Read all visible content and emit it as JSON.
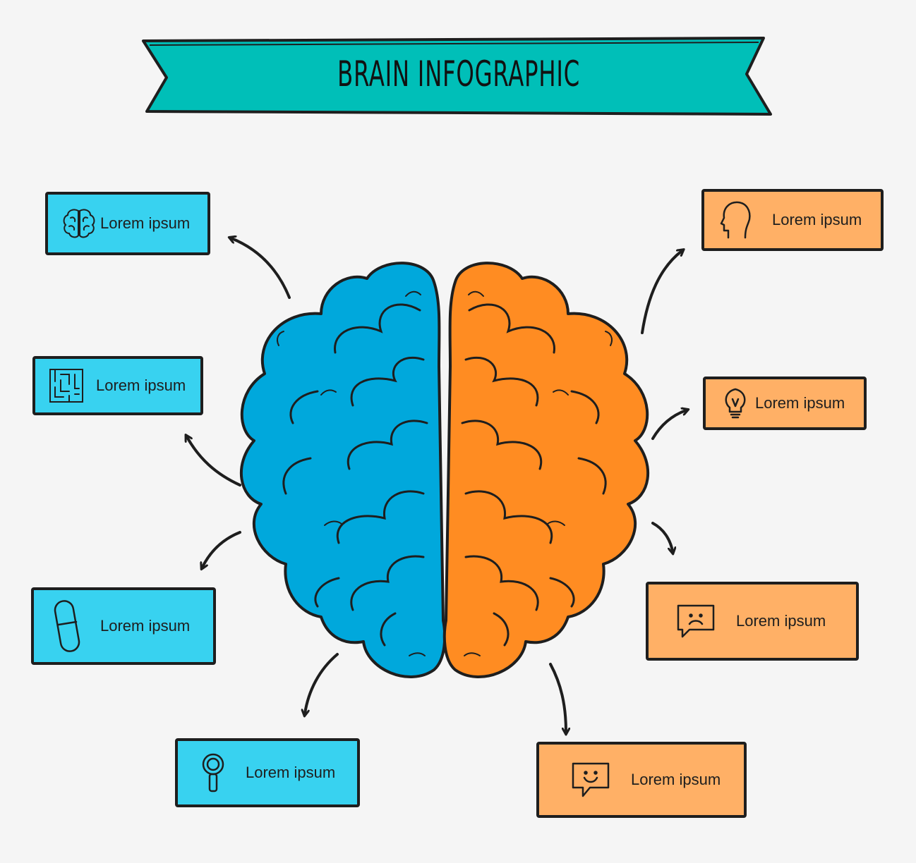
{
  "title": "BRAIN INFOGRAPHIC",
  "colors": {
    "banner": "#00bfb8",
    "left_hemisphere": "#00a8dc",
    "right_hemisphere": "#ff8c22",
    "left_box": "#38d2f0",
    "right_box": "#ffb066",
    "outline": "#1e1e1e",
    "background": "#f5f5f5"
  },
  "left_boxes": [
    {
      "icon": "brain-icon",
      "label": "Lorem ipsum"
    },
    {
      "icon": "maze-icon",
      "label": "Lorem ipsum"
    },
    {
      "icon": "pill-icon",
      "label": "Lorem ipsum"
    },
    {
      "icon": "magnifier-icon",
      "label": "Lorem ipsum"
    }
  ],
  "right_boxes": [
    {
      "icon": "head-icon",
      "label": "Lorem ipsum"
    },
    {
      "icon": "lightbulb-icon",
      "label": "Lorem ipsum"
    },
    {
      "icon": "sad-face-bubble-icon",
      "label": "Lorem ipsum"
    },
    {
      "icon": "happy-face-bubble-icon",
      "label": "Lorem ipsum"
    }
  ]
}
